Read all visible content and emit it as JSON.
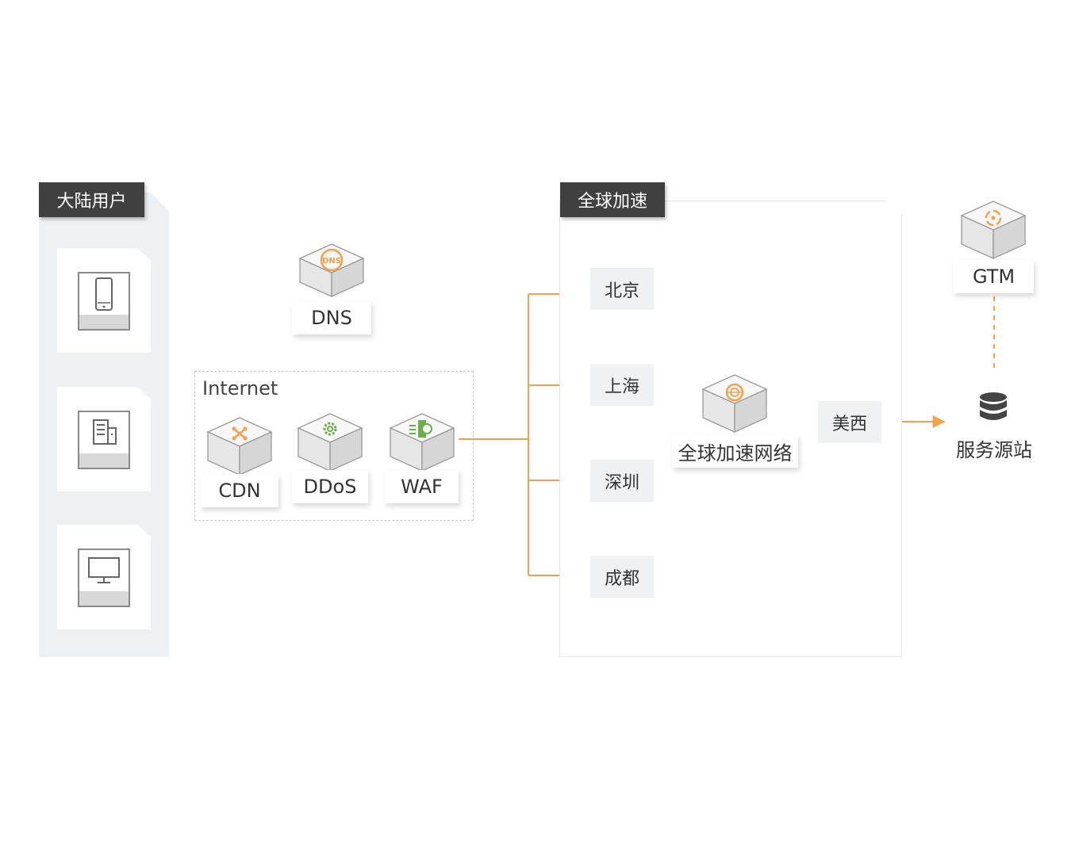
{
  "users_panel": {
    "title": "大陆用户",
    "devices": [
      "mobile-icon",
      "building-icon",
      "desktop-icon"
    ]
  },
  "dns": {
    "label": "DNS",
    "badge": "DNS"
  },
  "internet": {
    "title": "Internet",
    "services": [
      {
        "label": "CDN",
        "icon": "cdn-icon"
      },
      {
        "label": "DDoS",
        "icon": "ddos-gear-icon"
      },
      {
        "label": "WAF",
        "icon": "waf-shield-icon"
      }
    ]
  },
  "acceleration": {
    "title": "全球加速",
    "cities": [
      "北京",
      "上海",
      "深圳",
      "成都"
    ],
    "network_label": "全球加速网络",
    "exit_region": "美西"
  },
  "gtm": {
    "label": "GTM"
  },
  "origin": {
    "label": "服务源站"
  },
  "colors": {
    "accent": "#f5a04a",
    "tag": "#404040",
    "panel": "#eef1f4"
  }
}
